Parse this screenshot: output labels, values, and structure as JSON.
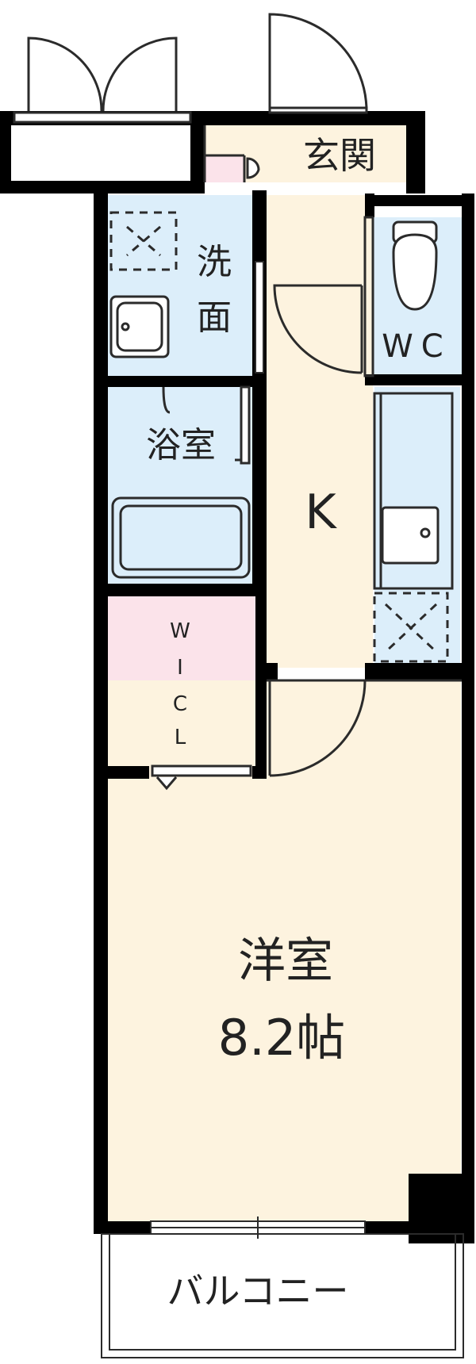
{
  "colors": {
    "wall": "#000000",
    "floor_living": "#fdf3df",
    "floor_wet": "#dceefa",
    "floor_closet": "#fbe3ea",
    "fixture_line": "#2b2b2b"
  },
  "rooms": {
    "entrance": {
      "label": "玄関"
    },
    "washroom": {
      "label_line1": "洗",
      "label_line2": "面"
    },
    "toilet": {
      "label": "WC"
    },
    "bathroom": {
      "label": "浴室"
    },
    "kitchen": {
      "label": "K"
    },
    "closet": {
      "label_lines": [
        "W",
        "I",
        "C",
        "L"
      ]
    },
    "western_room": {
      "label": "洋室",
      "size": "8.2帖"
    },
    "balcony": {
      "label": "バルコニー"
    }
  },
  "icons": [
    "door-swing-icon",
    "sink-icon",
    "toilet-icon",
    "bathtub-icon",
    "washing-machine-space-icon",
    "refrigerator-space-icon",
    "stove-icon"
  ]
}
